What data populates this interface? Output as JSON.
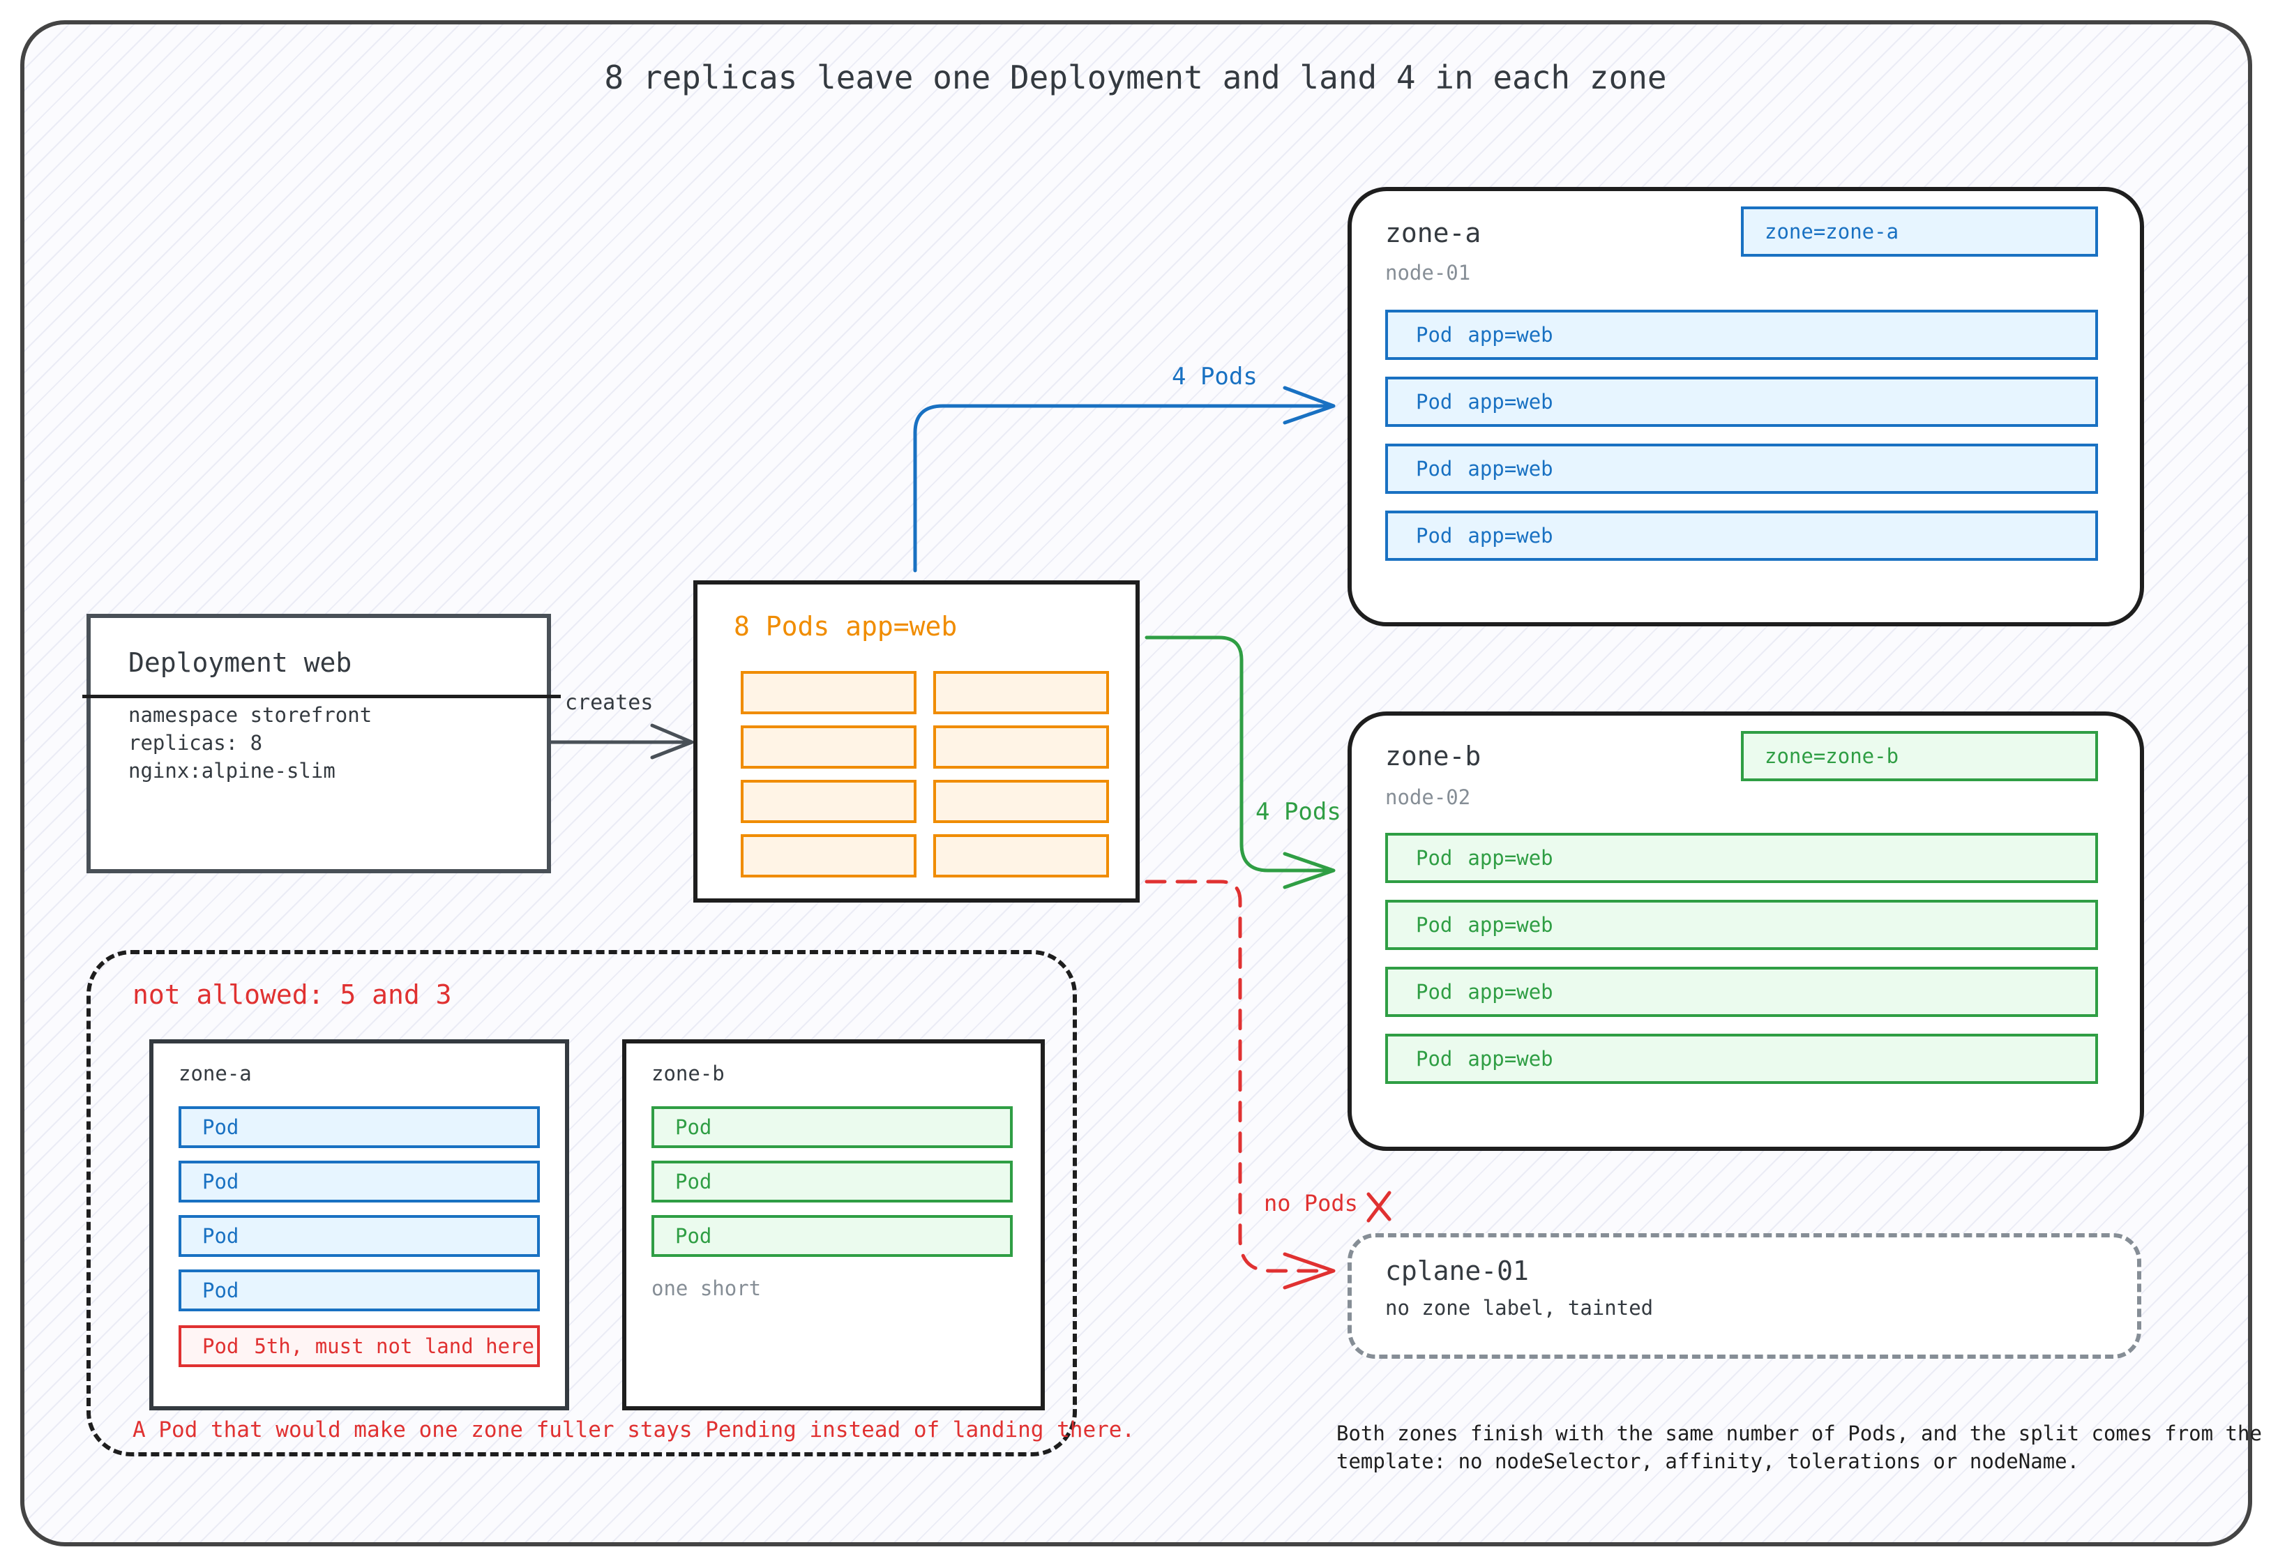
{
  "title": "8 replicas leave one Deployment and land 4 in each zone",
  "deployment": {
    "name": "Deployment  web",
    "lines": [
      "namespace storefront",
      "replicas: 8",
      "nginx:alpine-slim"
    ]
  },
  "edge_creates": "creates",
  "pods_group": {
    "label": "8 Pods   app=web",
    "cell_count": 8
  },
  "edges": {
    "zone_a": "4 Pods",
    "zone_b": "4 Pods",
    "cplane": "no Pods",
    "cplane_mark": "X"
  },
  "zone_a": {
    "name": "zone-a",
    "node": "node-01",
    "label": "zone=zone-a",
    "pods": [
      {
        "kind": "Pod",
        "label": "app=web"
      },
      {
        "kind": "Pod",
        "label": "app=web"
      },
      {
        "kind": "Pod",
        "label": "app=web"
      },
      {
        "kind": "Pod",
        "label": "app=web"
      }
    ]
  },
  "zone_b": {
    "name": "zone-b",
    "node": "node-02",
    "label": "zone=zone-b",
    "pods": [
      {
        "kind": "Pod",
        "label": "app=web"
      },
      {
        "kind": "Pod",
        "label": "app=web"
      },
      {
        "kind": "Pod",
        "label": "app=web"
      },
      {
        "kind": "Pod",
        "label": "app=web"
      }
    ]
  },
  "cplane": {
    "name": "cplane-01",
    "desc": "no zone label, tainted"
  },
  "not_allowed": {
    "title": "not allowed:   5 and 3",
    "zone_a": {
      "name": "zone-a",
      "pods": [
        "Pod",
        "Pod",
        "Pod",
        "Pod"
      ],
      "extra_pod": {
        "kind": "Pod",
        "label": "5th, must not land here"
      }
    },
    "zone_b": {
      "name": "zone-b",
      "pods": [
        "Pod",
        "Pod",
        "Pod"
      ],
      "note": "one short"
    },
    "caption": "A Pod that would make one zone fuller stays Pending instead of landing there."
  },
  "footnote": [
    "Both zones finish with the same number of Pods, and the split comes from the Pod",
    "template: no nodeSelector, affinity, tolerations or nodeName."
  ],
  "colors": {
    "zone_a": "#1971c2",
    "zone_b": "#2f9e44",
    "pods": "#f08c00",
    "blocked": "#e03131",
    "stroke": "#1e1e1e",
    "muted": "#868e96"
  }
}
